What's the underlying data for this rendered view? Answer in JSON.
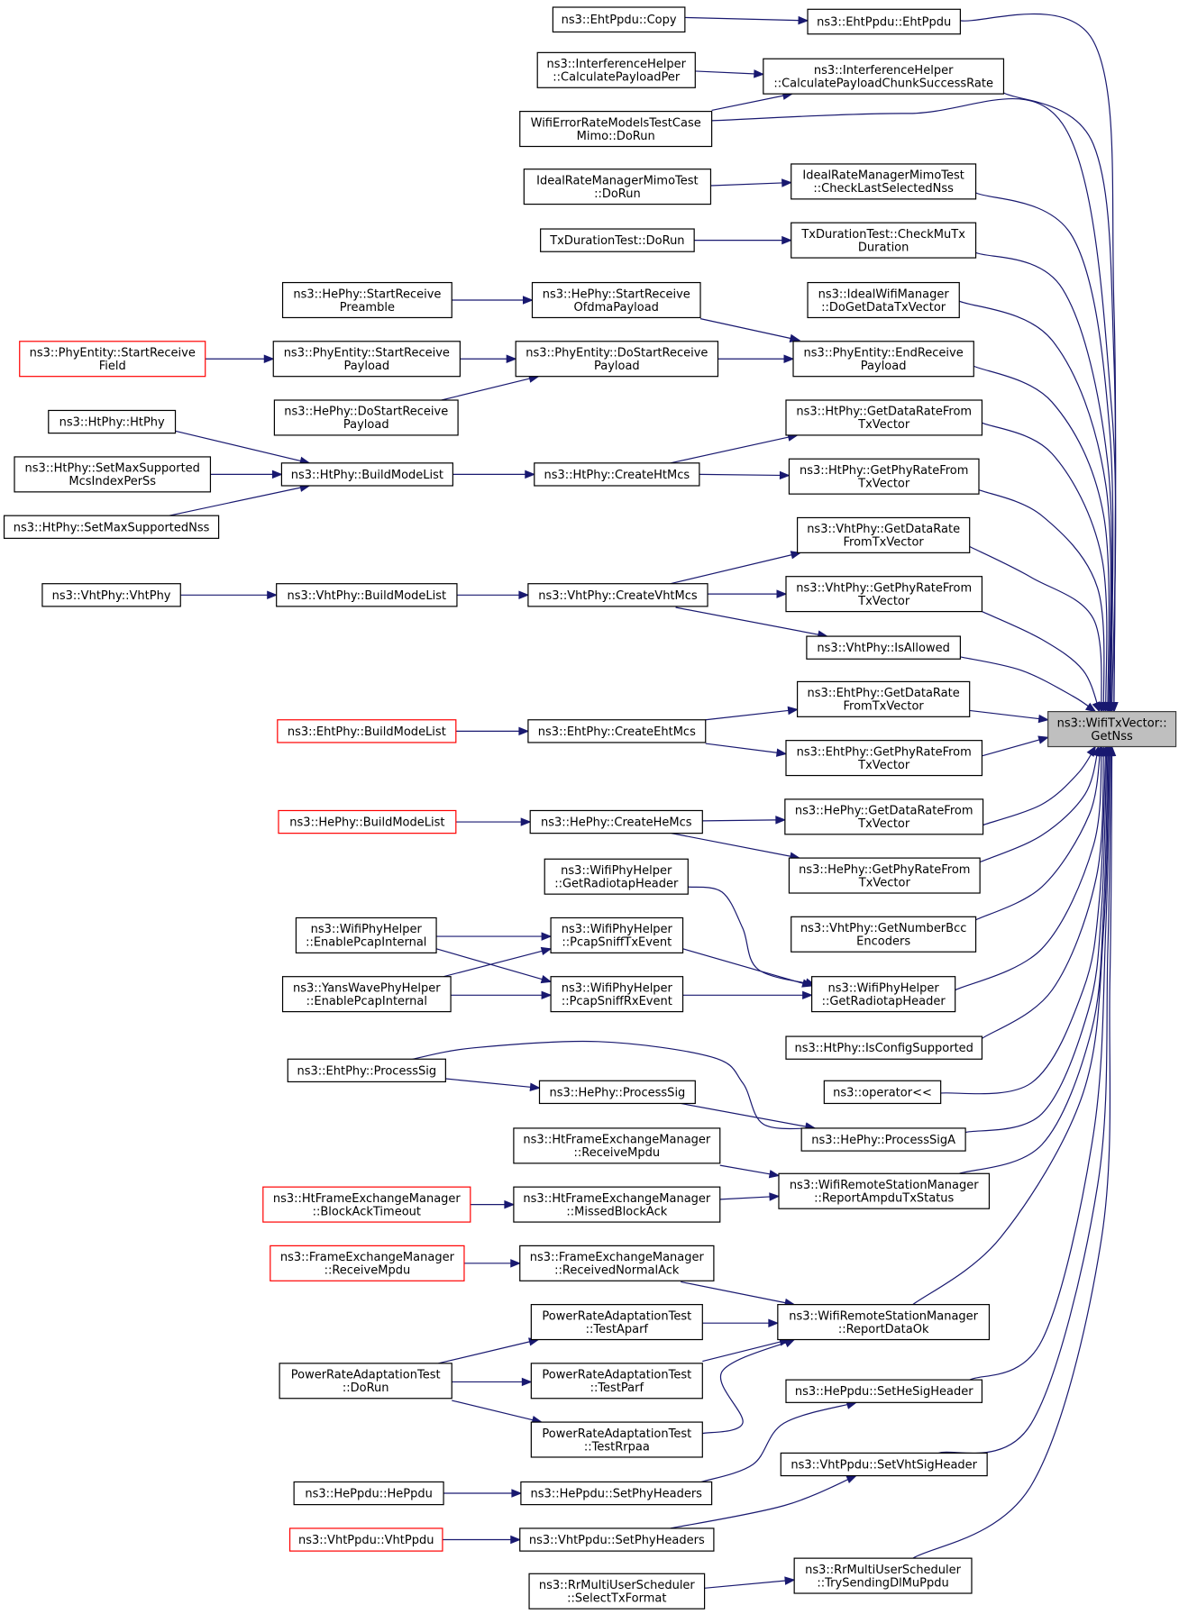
{
  "diagram": {
    "type": "caller-graph",
    "colors": {
      "edge": "#191970",
      "node_border": "#000000",
      "truncated_border": "#ff0000",
      "focus_fill": "#bfbfbf"
    },
    "nodes": [
      {
        "id": "copy",
        "lines": [
          "ns3::EhtPpdu::Copy"
        ]
      },
      {
        "id": "ehtppdu",
        "lines": [
          "ns3::EhtPpdu::EhtPpdu"
        ]
      },
      {
        "id": "ihcpp",
        "lines": [
          "ns3::InterferenceHelper",
          "::CalculatePayloadPer"
        ]
      },
      {
        "id": "ihcpcsr",
        "lines": [
          "ns3::InterferenceHelper",
          "::CalculatePayloadChunkSuccessRate"
        ]
      },
      {
        "id": "wermtc",
        "lines": [
          "WifiErrorRateModelsTestCase",
          "Mimo::DoRun"
        ]
      },
      {
        "id": "irmmt_dorun",
        "lines": [
          "IdealRateManagerMimoTest",
          "::DoRun"
        ]
      },
      {
        "id": "irmmt_clsn",
        "lines": [
          "IdealRateManagerMimoTest",
          "::CheckLastSelectedNss"
        ]
      },
      {
        "id": "tdt_dorun",
        "lines": [
          "TxDurationTest::DoRun"
        ]
      },
      {
        "id": "tdt_cmtd",
        "lines": [
          "TxDurationTest::CheckMuTx",
          "Duration"
        ]
      },
      {
        "id": "iwm_dgdtv",
        "lines": [
          "ns3::IdealWifiManager",
          "::DoGetDataTxVector"
        ]
      },
      {
        "id": "he_srp",
        "lines": [
          "ns3::HePhy::StartReceive",
          "Preamble"
        ]
      },
      {
        "id": "he_srop",
        "lines": [
          "ns3::HePhy::StartReceive",
          "OfdmaPayload"
        ]
      },
      {
        "id": "pe_srf",
        "lines": [
          "ns3::PhyEntity::StartReceive",
          "Field"
        ],
        "truncated": true
      },
      {
        "id": "pe_srpl",
        "lines": [
          "ns3::PhyEntity::StartReceive",
          "Payload"
        ]
      },
      {
        "id": "pe_dsrp",
        "lines": [
          "ns3::PhyEntity::DoStartReceive",
          "Payload"
        ]
      },
      {
        "id": "he_dsrp",
        "lines": [
          "ns3::HePhy::DoStartReceive",
          "Payload"
        ]
      },
      {
        "id": "pe_erp",
        "lines": [
          "ns3::PhyEntity::EndReceive",
          "Payload"
        ]
      },
      {
        "id": "ht_htphy",
        "lines": [
          "ns3::HtPhy::HtPhy"
        ]
      },
      {
        "id": "ht_smsmi",
        "lines": [
          "ns3::HtPhy::SetMaxSupported",
          "McsIndexPerSs"
        ]
      },
      {
        "id": "ht_smsn",
        "lines": [
          "ns3::HtPhy::SetMaxSupportedNss"
        ]
      },
      {
        "id": "ht_bml",
        "lines": [
          "ns3::HtPhy::BuildModeList"
        ]
      },
      {
        "id": "ht_chm",
        "lines": [
          "ns3::HtPhy::CreateHtMcs"
        ]
      },
      {
        "id": "ht_gdrftv",
        "lines": [
          "ns3::HtPhy::GetDataRateFrom",
          "TxVector"
        ]
      },
      {
        "id": "ht_gprftv",
        "lines": [
          "ns3::HtPhy::GetPhyRateFrom",
          "TxVector"
        ]
      },
      {
        "id": "vht_gdrftv",
        "lines": [
          "ns3::VhtPhy::GetDataRate",
          "FromTxVector"
        ]
      },
      {
        "id": "vht_vhtphy",
        "lines": [
          "ns3::VhtPhy::VhtPhy"
        ]
      },
      {
        "id": "vht_bml",
        "lines": [
          "ns3::VhtPhy::BuildModeList"
        ]
      },
      {
        "id": "vht_cvm",
        "lines": [
          "ns3::VhtPhy::CreateVhtMcs"
        ]
      },
      {
        "id": "vht_gprftv",
        "lines": [
          "ns3::VhtPhy::GetPhyRateFrom",
          "TxVector"
        ]
      },
      {
        "id": "vht_isallowed",
        "lines": [
          "ns3::VhtPhy::IsAllowed"
        ]
      },
      {
        "id": "eht_gdrftv",
        "lines": [
          "ns3::EhtPhy::GetDataRate",
          "FromTxVector"
        ]
      },
      {
        "id": "eht_bml",
        "lines": [
          "ns3::EhtPhy::BuildModeList"
        ],
        "truncated": true
      },
      {
        "id": "eht_cem",
        "lines": [
          "ns3::EhtPhy::CreateEhtMcs"
        ]
      },
      {
        "id": "eht_gprftv",
        "lines": [
          "ns3::EhtPhy::GetPhyRateFrom",
          "TxVector"
        ]
      },
      {
        "id": "he_bml",
        "lines": [
          "ns3::HePhy::BuildModeList"
        ],
        "truncated": true
      },
      {
        "id": "he_chm",
        "lines": [
          "ns3::HePhy::CreateHeMcs"
        ]
      },
      {
        "id": "he_gdrftv",
        "lines": [
          "ns3::HePhy::GetDataRateFrom",
          "TxVector"
        ]
      },
      {
        "id": "he_gprftv",
        "lines": [
          "ns3::HePhy::GetPhyRateFrom",
          "TxVector"
        ]
      },
      {
        "id": "wph_grh_left",
        "lines": [
          "ns3::WifiPhyHelper",
          "::GetRadiotapHeader"
        ]
      },
      {
        "id": "vht_gnbe",
        "lines": [
          "ns3::VhtPhy::GetNumberBcc",
          "Encoders"
        ]
      },
      {
        "id": "wph_epi",
        "lines": [
          "ns3::WifiPhyHelper",
          "::EnablePcapInternal"
        ]
      },
      {
        "id": "wph_pste",
        "lines": [
          "ns3::WifiPhyHelper",
          "::PcapSniffTxEvent"
        ]
      },
      {
        "id": "ywph_epi",
        "lines": [
          "ns3::YansWavePhyHelper",
          "::EnablePcapInternal"
        ]
      },
      {
        "id": "wph_psre",
        "lines": [
          "ns3::WifiPhyHelper",
          "::PcapSniffRxEvent"
        ]
      },
      {
        "id": "wph_grh",
        "lines": [
          "ns3::WifiPhyHelper",
          "::GetRadiotapHeader"
        ]
      },
      {
        "id": "ht_ics",
        "lines": [
          "ns3::HtPhy::IsConfigSupported"
        ]
      },
      {
        "id": "eht_ps",
        "lines": [
          "ns3::EhtPhy::ProcessSig"
        ]
      },
      {
        "id": "op",
        "lines": [
          "ns3::operator<<"
        ]
      },
      {
        "id": "he_ps",
        "lines": [
          "ns3::HePhy::ProcessSig"
        ]
      },
      {
        "id": "he_psa",
        "lines": [
          "ns3::HePhy::ProcessSigA"
        ]
      },
      {
        "id": "htfem_rm",
        "lines": [
          "ns3::HtFrameExchangeManager",
          "::ReceiveMpdu"
        ]
      },
      {
        "id": "wrsm_rats",
        "lines": [
          "ns3::WifiRemoteStationManager",
          "::ReportAmpduTxStatus"
        ]
      },
      {
        "id": "htfem_bat",
        "lines": [
          "ns3::HtFrameExchangeManager",
          "::BlockAckTimeout"
        ],
        "truncated": true
      },
      {
        "id": "htfem_mba",
        "lines": [
          "ns3::HtFrameExchangeManager",
          "::MissedBlockAck"
        ]
      },
      {
        "id": "fem_rm",
        "lines": [
          "ns3::FrameExchangeManager",
          "::ReceiveMpdu"
        ],
        "truncated": true
      },
      {
        "id": "fem_rna",
        "lines": [
          "ns3::FrameExchangeManager",
          "::ReceivedNormalAck"
        ]
      },
      {
        "id": "prat_ta",
        "lines": [
          "PowerRateAdaptationTest",
          "::TestAparf"
        ]
      },
      {
        "id": "wrsm_rdo",
        "lines": [
          "ns3::WifiRemoteStationManager",
          "::ReportDataOk"
        ]
      },
      {
        "id": "prat_dorun",
        "lines": [
          "PowerRateAdaptationTest",
          "::DoRun"
        ]
      },
      {
        "id": "prat_tp",
        "lines": [
          "PowerRateAdaptationTest",
          "::TestParf"
        ]
      },
      {
        "id": "heppdu_shsh",
        "lines": [
          "ns3::HePpdu::SetHeSigHeader"
        ]
      },
      {
        "id": "prat_tr",
        "lines": [
          "PowerRateAdaptationTest",
          "::TestRrpaa"
        ]
      },
      {
        "id": "vhtppdu_svsh",
        "lines": [
          "ns3::VhtPpdu::SetVhtSigHeader"
        ]
      },
      {
        "id": "heppdu_heppdu",
        "lines": [
          "ns3::HePpdu::HePpdu"
        ]
      },
      {
        "id": "heppdu_sph",
        "lines": [
          "ns3::HePpdu::SetPhyHeaders"
        ]
      },
      {
        "id": "vhtppdu_vhtppdu",
        "lines": [
          "ns3::VhtPpdu::VhtPpdu"
        ],
        "truncated": true
      },
      {
        "id": "vhtppdu_sph",
        "lines": [
          "ns3::VhtPpdu::SetPhyHeaders"
        ]
      },
      {
        "id": "rmus_tsdmp",
        "lines": [
          "ns3::RrMultiUserScheduler",
          "::TrySendingDlMuPpdu"
        ]
      },
      {
        "id": "rmus_stf",
        "lines": [
          "ns3::RrMultiUserScheduler",
          "::SelectTxFormat"
        ]
      },
      {
        "id": "getnss",
        "lines": [
          "ns3::WifiTxVector::",
          "GetNss"
        ],
        "focus": true
      }
    ]
  }
}
